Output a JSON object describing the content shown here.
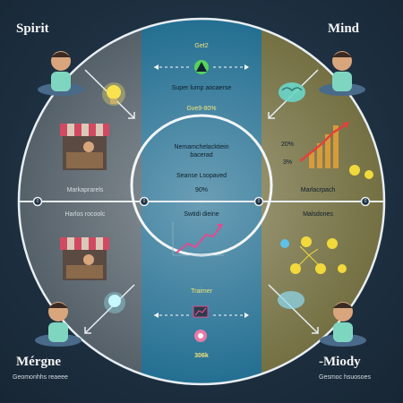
{
  "corners": {
    "top_left": "Spirit",
    "top_right": "Mind",
    "bottom_left": "Mérgne",
    "bottom_right": "-Miody",
    "bottom_left_sub": "Geomonhhs reaeee",
    "bottom_right_sub": "Gesmoc hsuosoes"
  },
  "center_panel": {
    "top_tag": "Get2",
    "top_text": "Super lump aocaerse",
    "top_percent": "Gve9-80%",
    "mid_title_1": "Nemamchelacktiein",
    "mid_title_2": "bacerad",
    "mid_text": "Seanse Lsopaved",
    "mid_percent": "90%",
    "chart_caption": "Swtidi dieine",
    "bottom_label": "Traimer",
    "bottom_value": "306k"
  },
  "side_labels": {
    "left_upper": "Markaprarels",
    "left_lower": "Harlos rocoolc",
    "right_upper": "Marlacrpach",
    "right_lower": "Malsdones",
    "right_chart_a": "20%",
    "right_chart_b": "3%"
  },
  "markers": {
    "left": "0",
    "center_left": "0",
    "center_right": "0",
    "right": "0"
  },
  "colors": {
    "background": "#1e3142",
    "left_band": "#5a6670",
    "center_band": "#1e6b8f",
    "right_band": "#7a7640",
    "ring": "#e8eef2",
    "accent_pink": "#e24a92",
    "accent_yellow": "#f1d93c"
  },
  "icons": [
    "lightbulb-icon",
    "brain-icon",
    "bar-chart-icon",
    "market-stall-icon",
    "people-network-icon",
    "handshake-icon",
    "growth-chart-icon",
    "target-icon"
  ]
}
